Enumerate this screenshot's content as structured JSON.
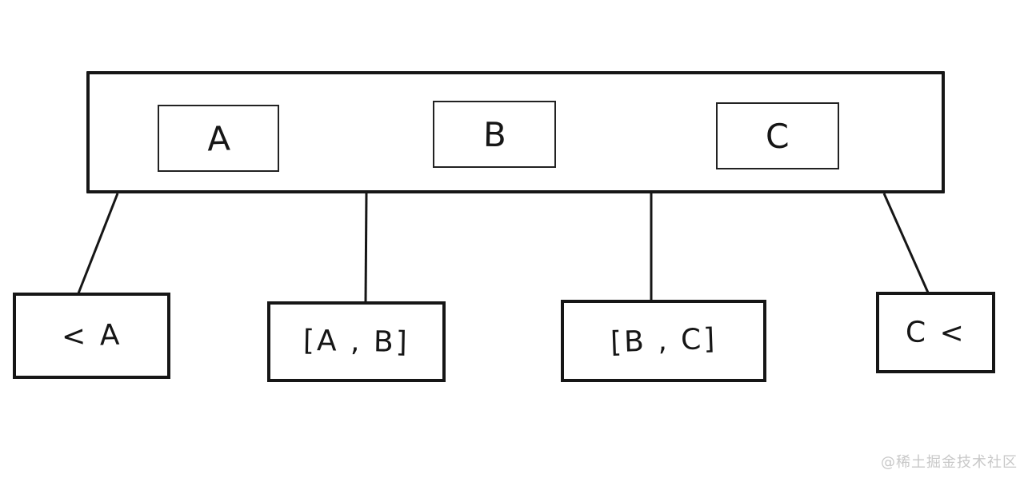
{
  "diagram": {
    "root": {
      "keys": [
        "A",
        "B",
        "C"
      ]
    },
    "children": [
      "< A",
      "[A , B]",
      "[B , C]",
      "C <"
    ],
    "watermark": "@稀土掘金技术社区",
    "colors": {
      "stroke": "#161616",
      "watermark": "#c8c8c8",
      "background": "#ffffff"
    }
  }
}
